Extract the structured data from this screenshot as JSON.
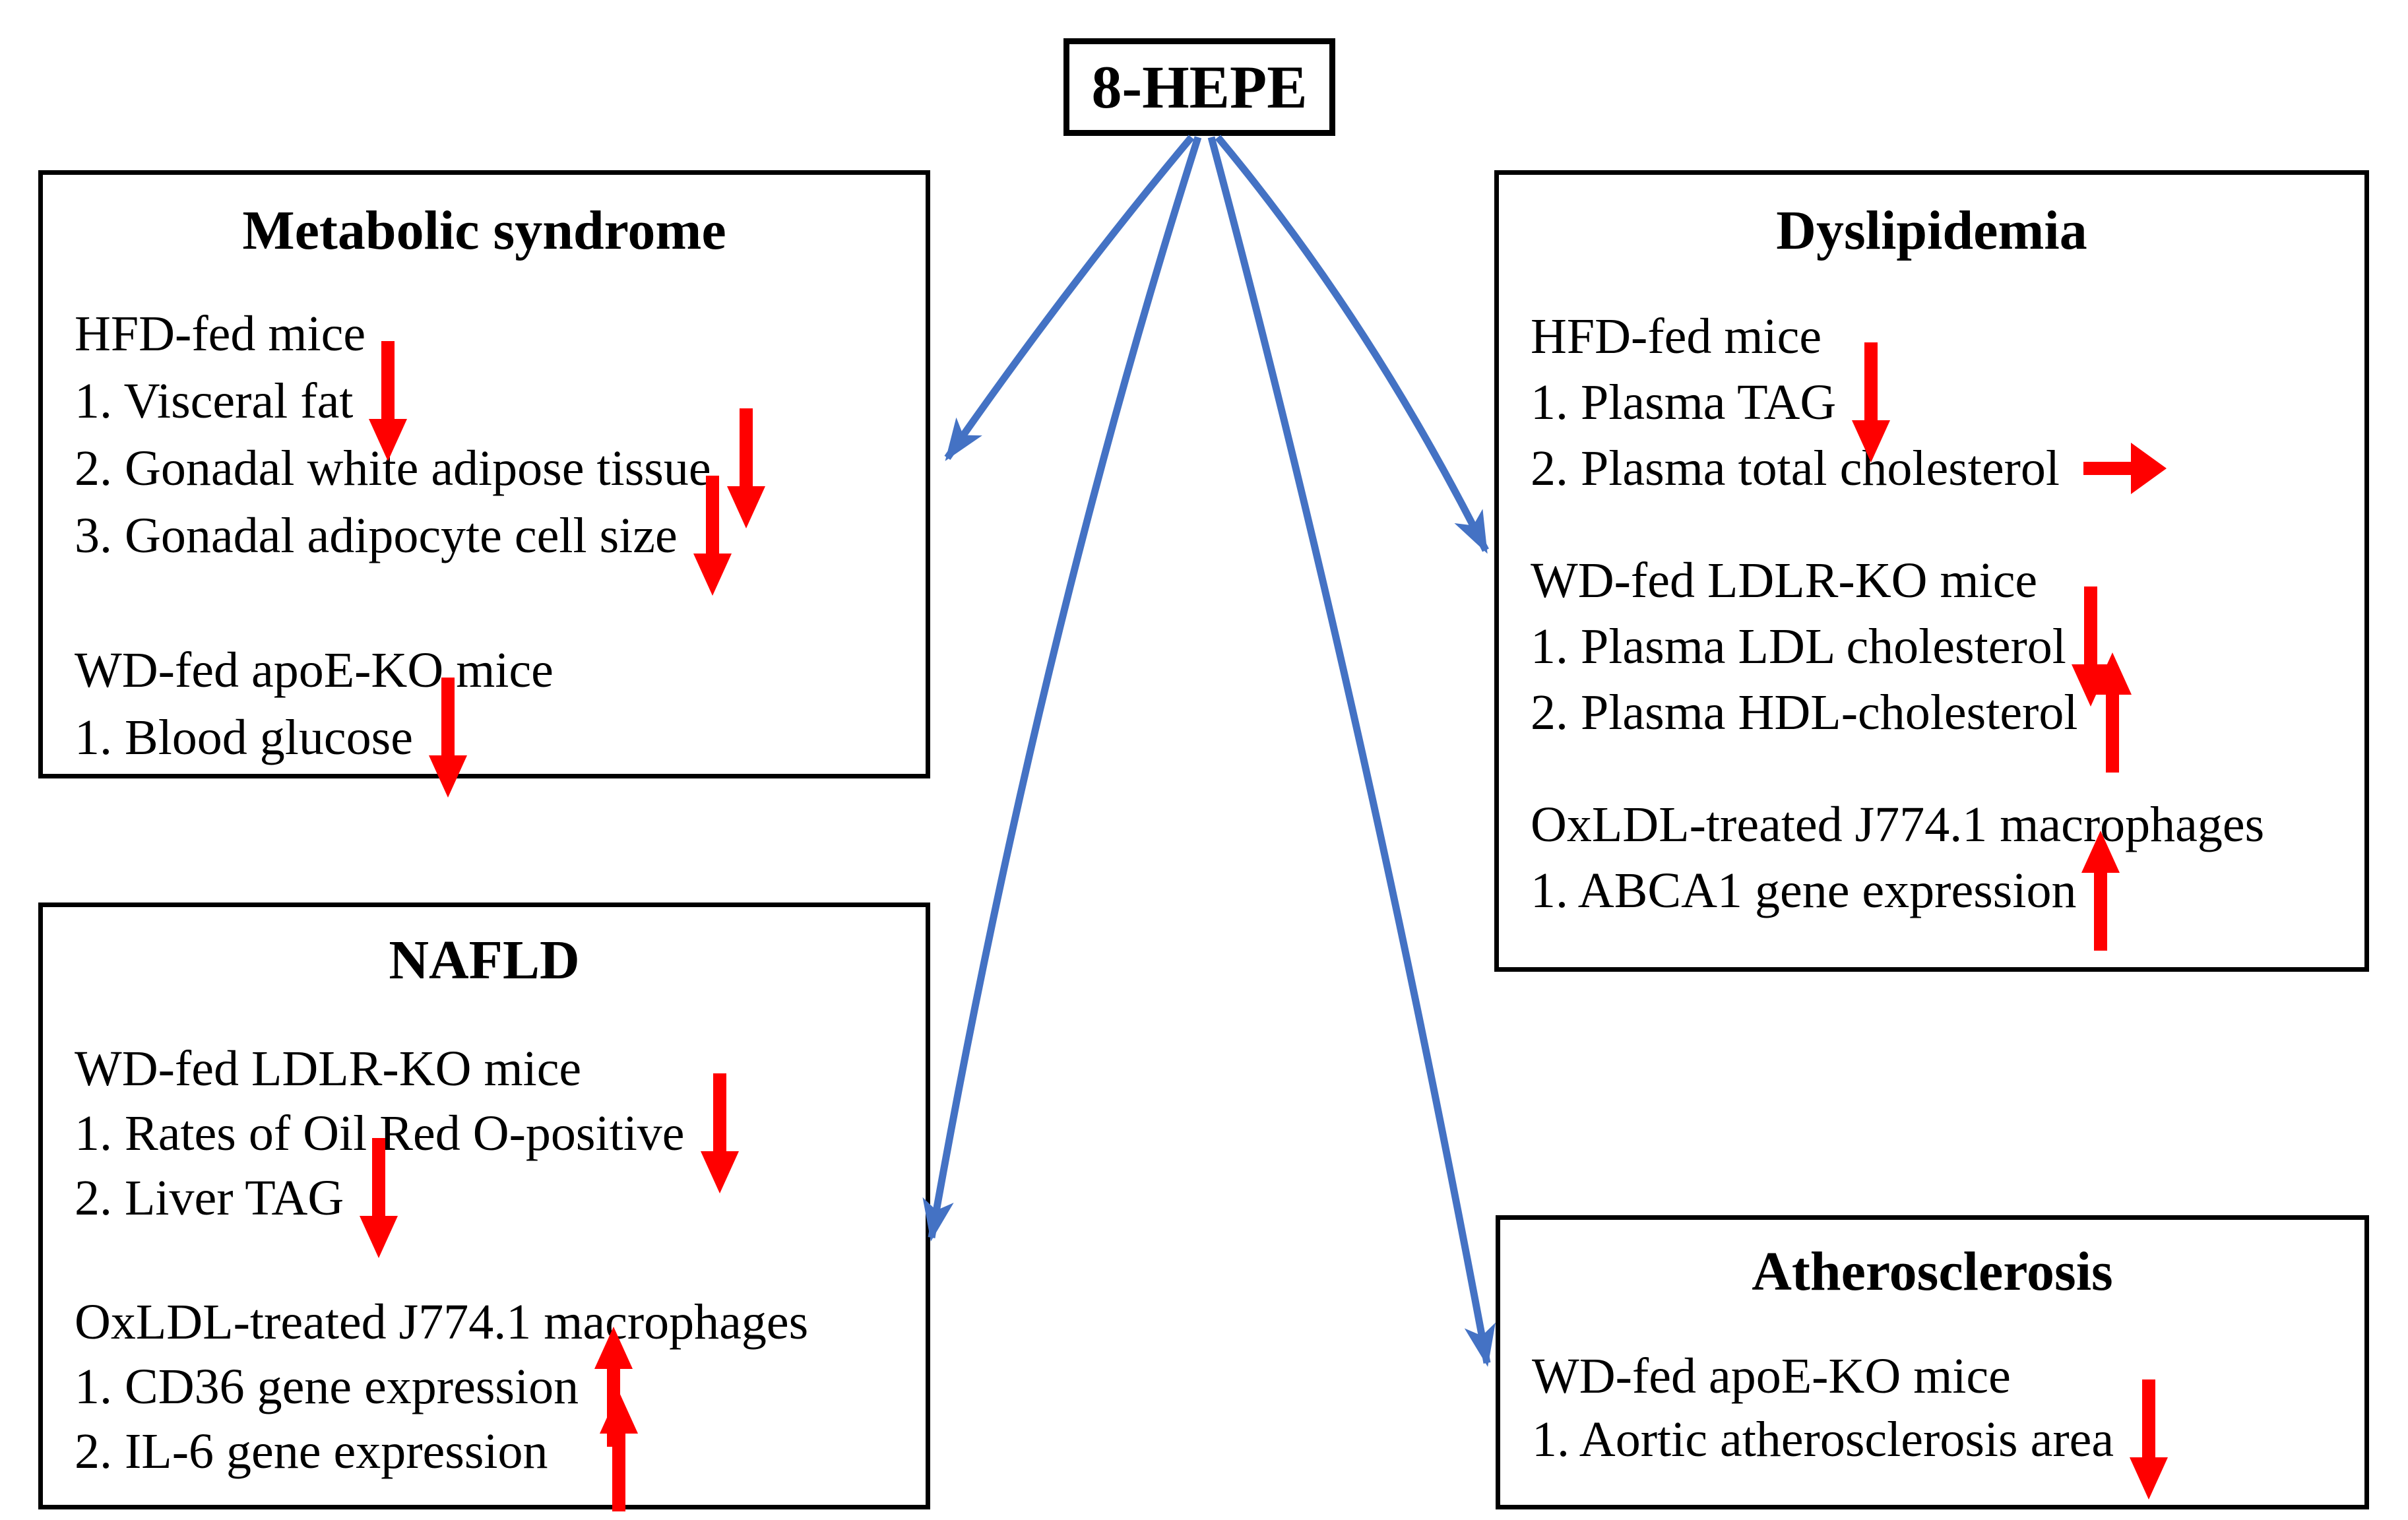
{
  "figure": {
    "root_label": "8-HEPE",
    "colors": {
      "connector_blue": "#4472C4",
      "effect_arrow_red": "#FF0000",
      "box_border": "#000000",
      "background": "#FFFFFF"
    },
    "connections": [
      {
        "from": "8-HEPE",
        "to": "Metabolic syndrome"
      },
      {
        "from": "8-HEPE",
        "to": "NAFLD"
      },
      {
        "from": "8-HEPE",
        "to": "Atherosclerosis"
      },
      {
        "from": "8-HEPE",
        "to": "Dyslipidemia"
      }
    ],
    "boxes": {
      "metabolic_syndrome": {
        "title": "Metabolic syndrome",
        "sections": [
          {
            "model": "HFD-fed mice",
            "findings": [
              {
                "text": "1. Visceral fat",
                "effect": "decrease"
              },
              {
                "text": "2. Gonadal white adipose tissue",
                "effect": "decrease"
              },
              {
                "text": "3. Gonadal adipocyte cell size",
                "effect": "decrease"
              }
            ]
          },
          {
            "model": "WD-fed apoE-KO mice",
            "findings": [
              {
                "text": "1. Blood glucose",
                "effect": "decrease"
              }
            ]
          }
        ]
      },
      "nafld": {
        "title": "NAFLD",
        "sections": [
          {
            "model": "WD-fed LDLR-KO mice",
            "findings": [
              {
                "text": "1. Rates of Oil Red O-positive",
                "effect": "decrease"
              },
              {
                "text": "2. Liver TAG",
                "effect": "decrease"
              }
            ]
          },
          {
            "model": "OxLDL-treated J774.1 macrophages",
            "findings": [
              {
                "text": "1. CD36 gene expression",
                "effect": "increase"
              },
              {
                "text": "2. IL-6 gene expression",
                "effect": "increase"
              }
            ]
          }
        ]
      },
      "dyslipidemia": {
        "title": "Dyslipidemia",
        "sections": [
          {
            "model": "HFD-fed mice",
            "findings": [
              {
                "text": "1. Plasma TAG",
                "effect": "decrease"
              },
              {
                "text": "2. Plasma total cholesterol",
                "effect": "no-change"
              }
            ]
          },
          {
            "model": "WD-fed LDLR-KO mice",
            "findings": [
              {
                "text": "1. Plasma LDL cholesterol",
                "effect": "decrease"
              },
              {
                "text": "2. Plasma HDL-cholesterol",
                "effect": "increase"
              }
            ]
          },
          {
            "model": "OxLDL-treated J774.1 macrophages",
            "findings": [
              {
                "text": "1. ABCA1 gene expression",
                "effect": "increase"
              }
            ]
          }
        ]
      },
      "atherosclerosis": {
        "title": "Atherosclerosis",
        "sections": [
          {
            "model": "WD-fed apoE-KO mice",
            "findings": [
              {
                "text": "1. Aortic atherosclerosis area",
                "effect": "decrease"
              }
            ]
          }
        ]
      }
    }
  }
}
